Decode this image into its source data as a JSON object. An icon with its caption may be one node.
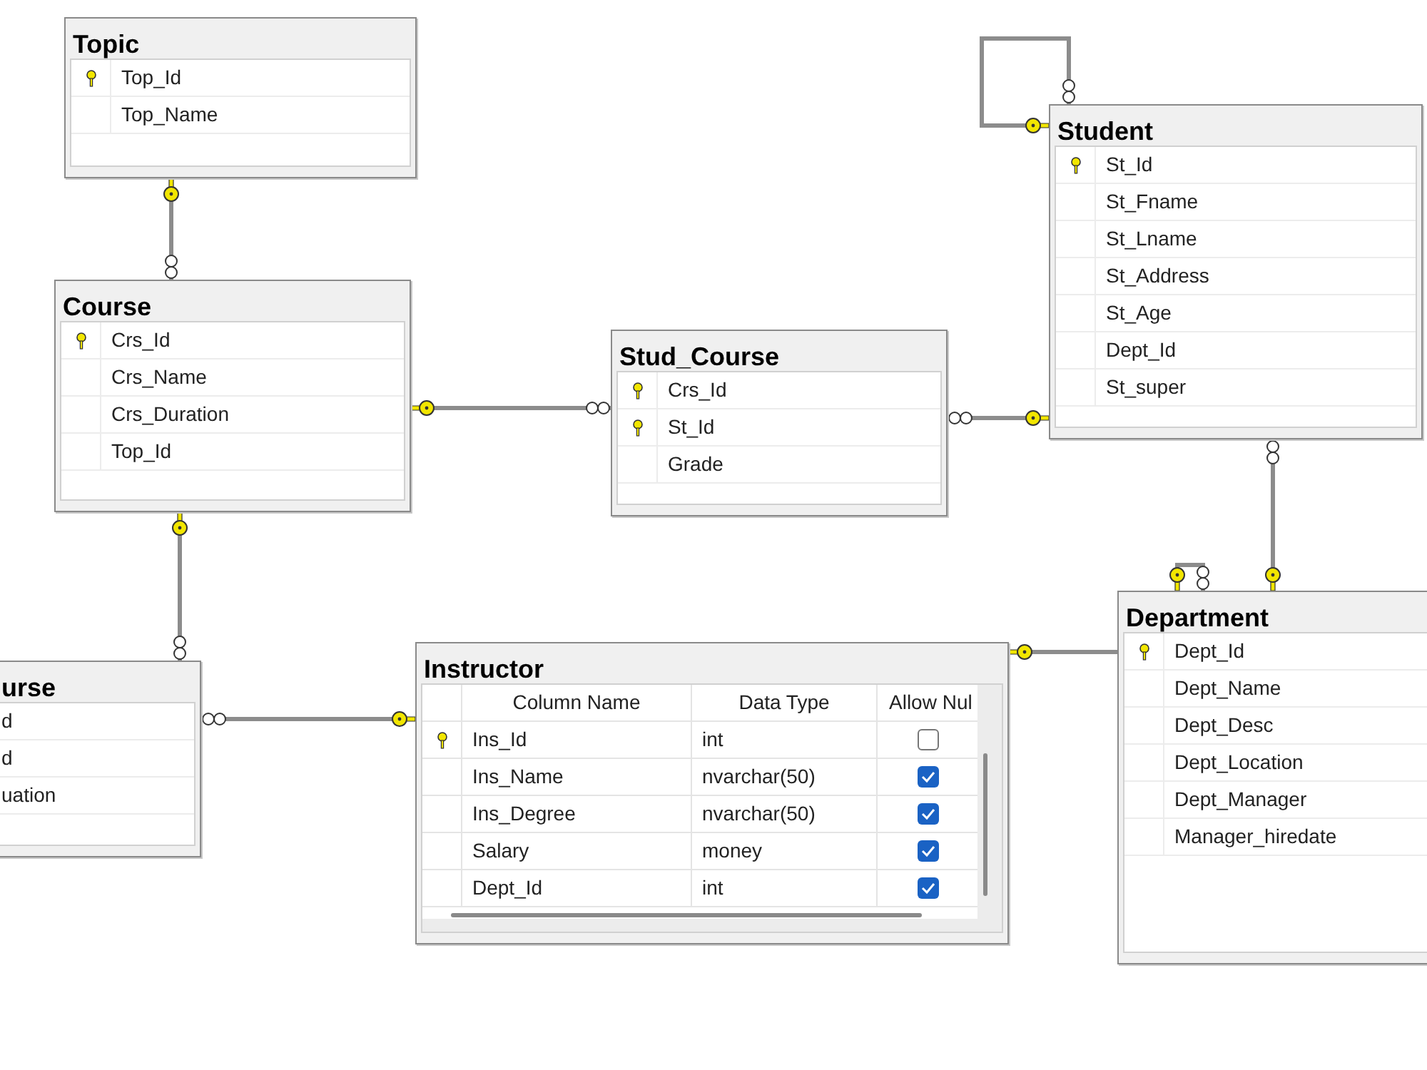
{
  "diagram": {
    "nodes": [
      {
        "text": [
          "Topic",
          "Top_Id",
          "Top_Name"
        ]
      },
      {
        "text": [
          "Student",
          "St_Id",
          "St_Fname",
          "St_Lname",
          "St_Address",
          "St_Age",
          "Dept_Id",
          "St_super"
        ]
      },
      {
        "text": [
          "Course",
          "Crs_Id",
          "Crs_Name",
          "Crs_Duration",
          "Top_Id"
        ]
      },
      {
        "text": [
          "Stud_Course",
          "Crs_Id",
          "St_Id",
          "Grade"
        ]
      },
      {
        "text": [
          "Department",
          "Dept_Id",
          "Dept_Name",
          "Dept_Desc",
          "Dept_Location",
          "Dept_Manager",
          "Manager_hiredate"
        ]
      },
      {
        "text": [
          "urse",
          "d",
          "d",
          "uation"
        ]
      },
      {
        "text": [
          "Instructor",
          "Column Name",
          "Data Type",
          "Allow Nul",
          "Ins_Id",
          "int",
          "Ins_Name",
          "nvarchar(50)",
          "Ins_Degree",
          "nvarchar(50)",
          "Salary",
          "money",
          "Dept_Id",
          "int"
        ]
      }
    ],
    "edges": [
      {
        "from": 0,
        "to": 2,
        "arrow": "other"
      },
      {
        "from": 2,
        "to": 3,
        "arrow": "other"
      },
      {
        "from": 1,
        "to": 3,
        "arrow": "other"
      },
      {
        "from": 1,
        "to": 1,
        "arrow": "other"
      },
      {
        "from": 4,
        "to": 1,
        "arrow": "other"
      },
      {
        "from": 4,
        "to": 4,
        "arrow": "other"
      },
      {
        "from": 6,
        "to": 4,
        "arrow": "other"
      },
      {
        "from": 2,
        "to": 5,
        "arrow": "other"
      },
      {
        "from": 6,
        "to": 5,
        "arrow": "other"
      }
    ]
  }
}
